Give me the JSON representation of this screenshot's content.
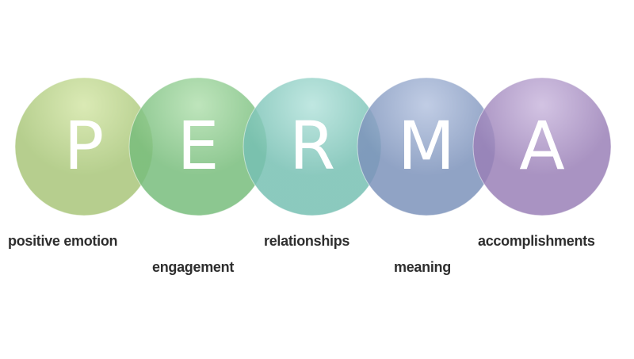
{
  "title": "PERMA",
  "circles": [
    {
      "letter": "P",
      "label": "positive emotion",
      "color": "#a9c67a",
      "light": "#d4e6a8"
    },
    {
      "letter": "E",
      "label": "engagement",
      "color": "#78bd7c",
      "light": "#b3e0b0"
    },
    {
      "letter": "R",
      "label": "relationships",
      "color": "#77c0b3",
      "light": "#b5e3dc"
    },
    {
      "letter": "M",
      "label": "meaning",
      "color": "#7d93bb",
      "light": "#b6c4e0"
    },
    {
      "letter": "A",
      "label": "accomplishments",
      "color": "#9a80b7",
      "light": "#cbb9de"
    }
  ]
}
